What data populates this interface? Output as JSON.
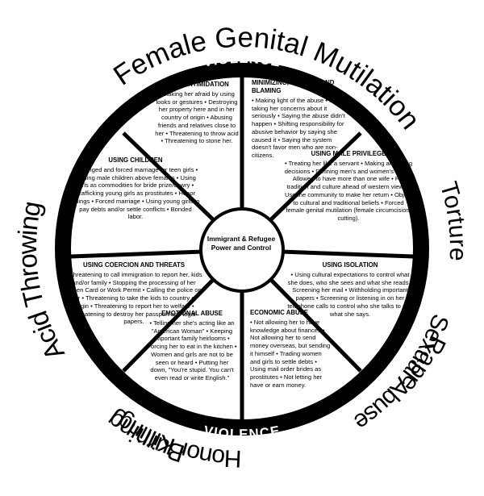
{
  "outer_forms": {
    "female_genital_mutilation": "Female Genital Mutilation",
    "torture": "Torture",
    "rape": "Rape",
    "sexual_abuse": "Sexual Abuse",
    "honor_killing": "Honor Killing",
    "burning": "Burning",
    "acid_throwing": "Acid Throwing"
  },
  "ring": {
    "top_label": "VIOLENCE",
    "bottom_label": "VIOLENCE"
  },
  "center": {
    "title": "Immigrant & Refugee Power and Control"
  },
  "segments": {
    "intimidation": {
      "title": "USING INTIMIDATION",
      "body": "• Making her afraid by using looks or gestures • Destroying her property here and in her country of origin • Abusing friends and relatives close to her • Threatening to throw acid • Threatening to stone her."
    },
    "minimizing": {
      "title": "MINIMIZING, DENYING AND BLAMING",
      "body": "• Making light of the abuse • Not taking her concerns about it seriously • Saying the abuse didn't happen • Shifting responsibility for abusive behavior by saying she caused it • Saying the system doesn't favor men who are non-citizens."
    },
    "male_privilege": {
      "title": "USING MALE PRIVILEGE",
      "body": "• Treating her like a servant • Making all the big decisions • Defining men's and women's roles • Allowed to have more than one wife • Put tradition and culture ahead of western views • Use the community to make her return • Object to cultural and traditional beliefs • Forced female genital mutilation (female circumcision, cutting)."
    },
    "isolation": {
      "title": "USING ISOLATION",
      "body": "• Using cultural expectations to control what she does, who she sees and what she reads • Screening her mail • Withholding important papers • Screening or listening in on her telephone calls to control who she talks to and what she says."
    },
    "economic": {
      "title": "ECONOMIC ABUSE",
      "body": "• Not allowing her to have knowledge about finances • Not allowing her to send money overseas, but sending it himself • Trading women and girls to settle debts • Using mail order brides as prostitutes • Not letting her have or earn money."
    },
    "emotional": {
      "title": "EMOTIONAL ABUSE",
      "body": "• Telling her she's acting like an \"American Woman\" • Keeping important family heirlooms • Forcing her to eat in the kitchen • Women and girls are not to be seen or heard • Putting her down, \"You're stupid. You can't even read or write English.\""
    },
    "coercion": {
      "title": "USING COERCION AND THREATS",
      "body": "• Threatening to call immigration to report her, kids and/or family • Stopping the processing of her Green Card or Work Permit • Calling the police on her • Threatening to take the kids to country of origin • Threatening to report her to welfare • Threatening to destroy her passport and legal papers."
    },
    "children": {
      "title": "USING CHILDREN",
      "body": "• Arranged and forced marriage for teen girls • Valuing male children above females • Using girls as commodities for bride prize/dowry • Trafficking young girls as prostitutes • Honor killings • Forced marriage • Using young girls to pay debts and/or settle conflicts • Bonded labor."
    }
  }
}
